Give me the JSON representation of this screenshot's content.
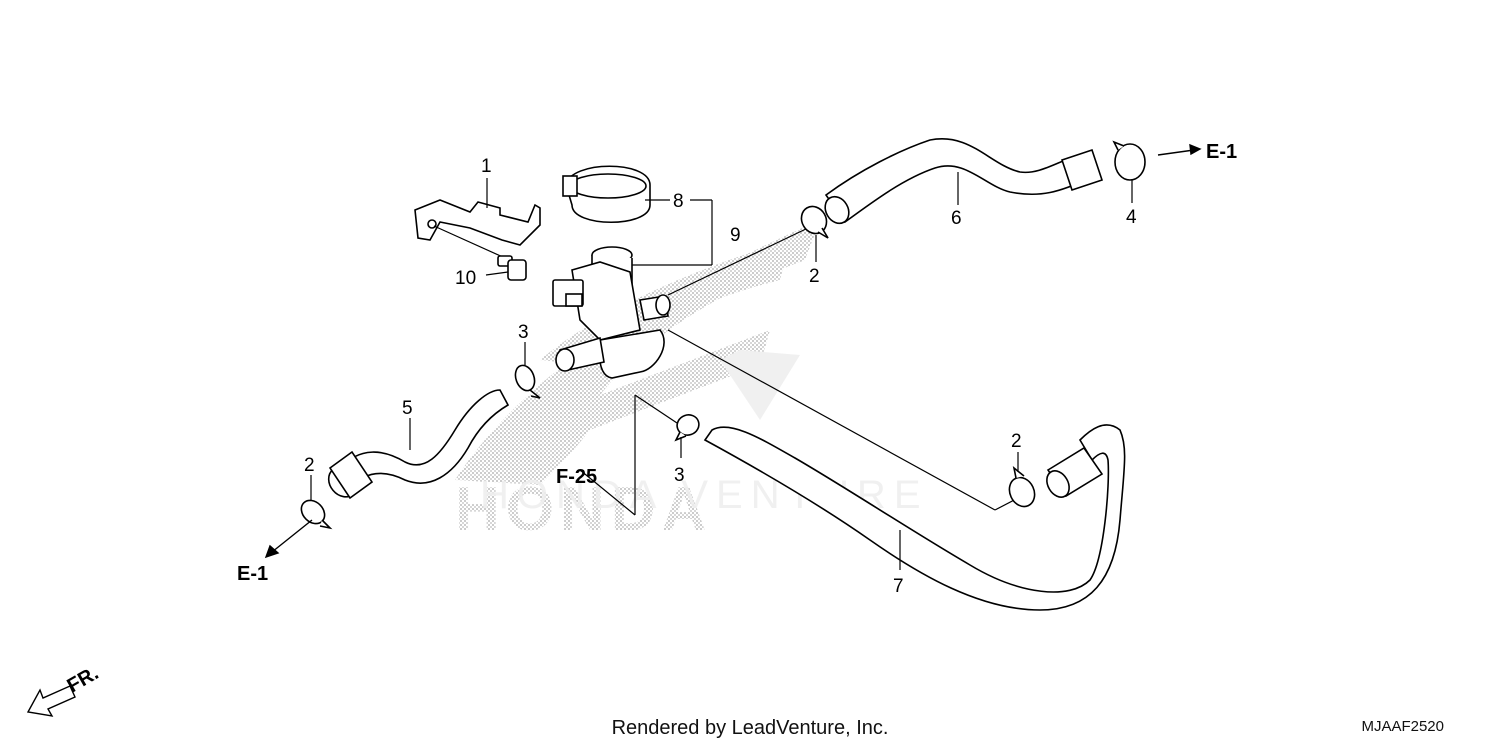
{
  "diagram": {
    "callouts": {
      "c1": "1",
      "c2a": "2",
      "c2b": "2",
      "c2c": "2",
      "c3a": "3",
      "c3b": "3",
      "c4": "4",
      "c5": "5",
      "c6": "6",
      "c7": "7",
      "c8": "8",
      "c9": "9",
      "c10": "10"
    },
    "refs": {
      "e1_right": "E-1",
      "e1_left": "E-1",
      "f25": "F-25",
      "front": "FR."
    },
    "watermark": {
      "brand": "HONDA",
      "text": "HONDA VENTURE"
    }
  },
  "footer": {
    "rendered_by": "Rendered by LeadVenture, Inc.",
    "diagram_code": "MJAAF2520"
  }
}
